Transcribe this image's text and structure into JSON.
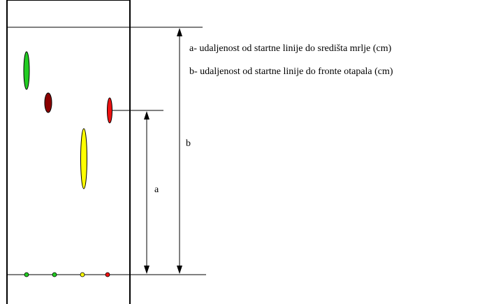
{
  "legend": {
    "a": "a- udaljenost od startne linije do središta mrlje (cm)",
    "b": "b- udaljenost od startne linije do fronte otapala (cm)"
  },
  "dimension_labels": {
    "a": "a",
    "b": "b"
  },
  "colors": {
    "green": "#22cc22",
    "dark_red": "#8b0000",
    "red": "#ee1111",
    "yellow": "#ffff00",
    "outline": "#000000"
  },
  "start_spots": [
    "green",
    "green",
    "yellow",
    "red"
  ],
  "developed_spots": [
    "green",
    "dark_red",
    "red",
    "yellow"
  ]
}
